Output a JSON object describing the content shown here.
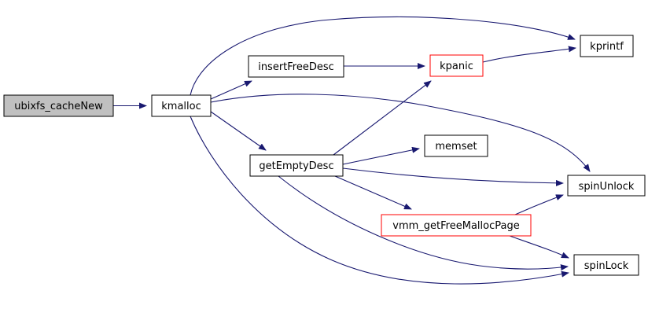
{
  "diagram": {
    "type": "doxygen-call-graph",
    "root_function": "ubixfs_cacheNew",
    "colors": {
      "edge": "#191970",
      "node_border": "#000000",
      "highlight_border": "#ff0000",
      "root_fill": "#c0c0c0",
      "node_fill": "#ffffff",
      "text": "#000000",
      "background": "#ffffff"
    },
    "nodes": [
      {
        "id": "ubixfs_cacheNew",
        "label": "ubixfs_cacheNew",
        "fill_color": "#c0c0c0",
        "border_color": "#000000"
      },
      {
        "id": "kmalloc",
        "label": "kmalloc",
        "fill_color": "#ffffff",
        "border_color": "#000000"
      },
      {
        "id": "insertFreeDesc",
        "label": "insertFreeDesc",
        "fill_color": "#ffffff",
        "border_color": "#000000"
      },
      {
        "id": "kpanic",
        "label": "kpanic",
        "fill_color": "#ffffff",
        "border_color": "#ff0000"
      },
      {
        "id": "kprintf",
        "label": "kprintf",
        "fill_color": "#ffffff",
        "border_color": "#000000"
      },
      {
        "id": "getEmptyDesc",
        "label": "getEmptyDesc",
        "fill_color": "#ffffff",
        "border_color": "#000000"
      },
      {
        "id": "memset",
        "label": "memset",
        "fill_color": "#ffffff",
        "border_color": "#000000"
      },
      {
        "id": "spinUnlock",
        "label": "spinUnlock",
        "fill_color": "#ffffff",
        "border_color": "#000000"
      },
      {
        "id": "vmm_getFreeMallocPage",
        "label": "vmm_getFreeMallocPage",
        "fill_color": "#ffffff",
        "border_color": "#ff0000"
      },
      {
        "id": "spinLock",
        "label": "spinLock",
        "fill_color": "#ffffff",
        "border_color": "#000000"
      }
    ],
    "edges": [
      {
        "from": "ubixfs_cacheNew",
        "to": "kmalloc"
      },
      {
        "from": "kmalloc",
        "to": "insertFreeDesc"
      },
      {
        "from": "kmalloc",
        "to": "kprintf"
      },
      {
        "from": "kmalloc",
        "to": "getEmptyDesc"
      },
      {
        "from": "kmalloc",
        "to": "spinUnlock"
      },
      {
        "from": "kmalloc",
        "to": "spinLock"
      },
      {
        "from": "insertFreeDesc",
        "to": "kpanic"
      },
      {
        "from": "kpanic",
        "to": "kprintf"
      },
      {
        "from": "getEmptyDesc",
        "to": "kpanic"
      },
      {
        "from": "getEmptyDesc",
        "to": "memset"
      },
      {
        "from": "getEmptyDesc",
        "to": "spinUnlock"
      },
      {
        "from": "getEmptyDesc",
        "to": "vmm_getFreeMallocPage"
      },
      {
        "from": "getEmptyDesc",
        "to": "spinLock"
      },
      {
        "from": "vmm_getFreeMallocPage",
        "to": "spinUnlock"
      },
      {
        "from": "vmm_getFreeMallocPage",
        "to": "spinLock"
      }
    ]
  }
}
